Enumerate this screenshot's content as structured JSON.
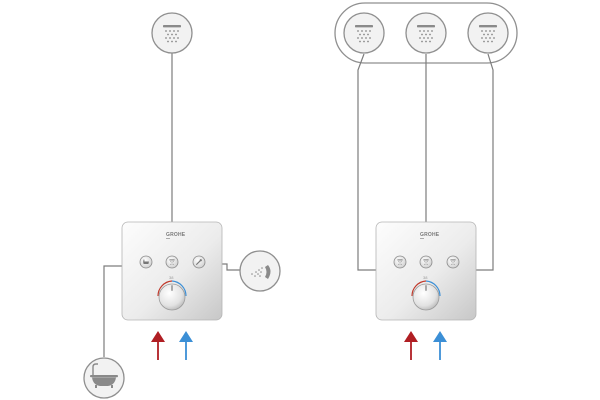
{
  "brand": {
    "logo_text": "GROHE"
  },
  "colors": {
    "hot_arrow": "#b01e23",
    "cold_arrow": "#3b8fd6",
    "line": "#7d7d7d",
    "icon_circle_fill": "#f2f2f2",
    "icon_circle_stroke": "#8f8f8f",
    "plate_light": "#fafafa",
    "plate_dark": "#c9c9c9"
  },
  "diagrams": [
    {
      "id": "left-system",
      "valve": "three-button-thermostat",
      "outlets": [
        "overhead-shower",
        "hand-shower",
        "bathtub"
      ],
      "buttons": [
        "bath-icon",
        "shower-icon",
        "hand-shower-icon"
      ],
      "inlets": [
        "hot-water",
        "cold-water"
      ]
    },
    {
      "id": "right-system",
      "valve": "three-button-thermostat",
      "outlets": [
        "overhead-shower",
        "overhead-shower",
        "overhead-shower"
      ],
      "buttons": [
        "shower-icon",
        "shower-icon",
        "shower-icon"
      ],
      "inlets": [
        "hot-water",
        "cold-water"
      ]
    }
  ]
}
